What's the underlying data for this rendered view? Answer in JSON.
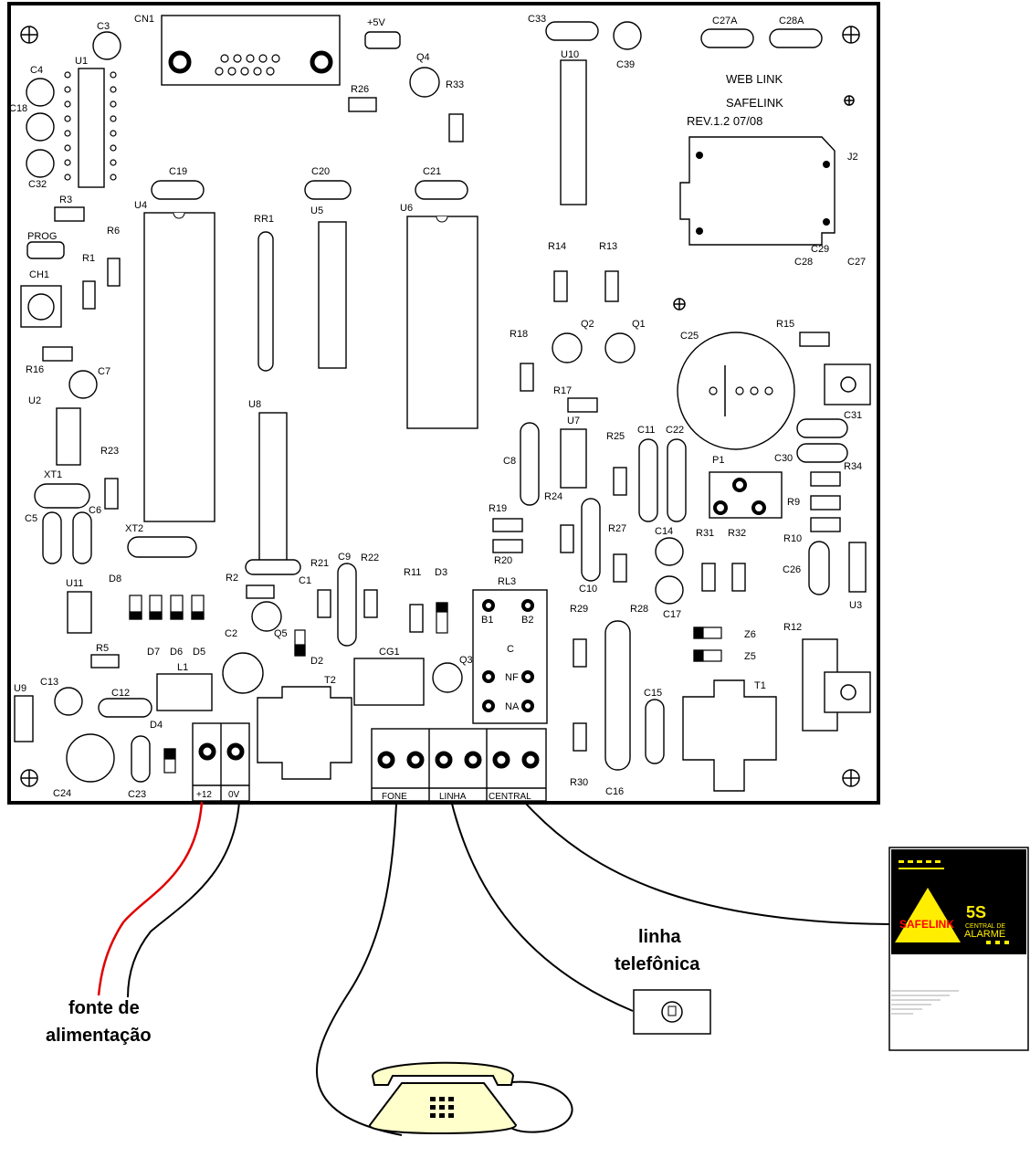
{
  "board": {
    "title_lines": [
      "WEB LINK",
      "SAFELINK",
      "REV.1.2   07/08"
    ],
    "components": {
      "CN1": "CN1",
      "C3": "C3",
      "U1": "U1",
      "C4": "C4",
      "C18": "C18",
      "C32": "C32",
      "plus5v": "+5V",
      "Q4": "Q4",
      "R26": "R26",
      "R33": "R33",
      "C33": "C33",
      "U10": "U10",
      "C39": "C39",
      "C27A": "C27A",
      "C28A": "C28A",
      "J2": "J2",
      "C29": "C29",
      "C28": "C28",
      "C27": "C27",
      "C19": "C19",
      "C20": "C20",
      "C21": "C21",
      "R3": "R3",
      "U4": "U4",
      "RR1": "RR1",
      "U5": "U5",
      "U6": "U6",
      "PROG": "PROG",
      "R6": "R6",
      "R1": "R1",
      "CH1": "CH1",
      "R16": "R16",
      "C7": "C7",
      "U2": "U2",
      "R23": "R23",
      "XT1": "XT1",
      "C5": "C5",
      "C6": "C6",
      "XT2": "XT2",
      "U8": "U8",
      "R14": "R14",
      "R13": "R13",
      "Q2": "Q2",
      "Q1": "Q1",
      "R18": "R18",
      "R17": "R17",
      "C25": "C25",
      "R15": "R15",
      "C31": "C31",
      "C30": "C30",
      "U7": "U7",
      "R25": "R25",
      "C11": "C11",
      "C22": "C22",
      "C8": "C8",
      "R24": "R24",
      "P1": "P1",
      "R34": "R34",
      "R9": "R9",
      "R10": "R10",
      "R19": "R19",
      "R20": "R20",
      "R27": "R27",
      "C14": "C14",
      "R31": "R31",
      "R32": "R32",
      "C26": "C26",
      "U3": "U3",
      "C10": "C10",
      "R28": "R28",
      "C17": "C17",
      "U11": "U11",
      "D8": "D8",
      "R2": "R2",
      "C1": "C1",
      "R21": "R21",
      "C9": "C9",
      "R22": "R22",
      "R11": "R11",
      "D3": "D3",
      "RL3": "RL3",
      "B1": "B1",
      "B2": "B2",
      "Q5": "Q5",
      "D7": "D7",
      "D6": "D6",
      "D5": "D5",
      "C2": "C2",
      "D2": "D2",
      "CG1": "CG1",
      "Q3": "Q3",
      "Z6": "Z6",
      "Z5": "Z5",
      "R12": "R12",
      "R5": "R5",
      "L1": "L1",
      "T2": "T2",
      "R29": "R29",
      "C15": "C15",
      "T1": "T1",
      "U9": "U9",
      "C13": "C13",
      "C12": "C12",
      "D4": "D4",
      "C23": "C23",
      "C24": "C24",
      "R30": "R30",
      "C16": "C16",
      "relay_C": "C",
      "relay_NF": "NF",
      "relay_NA": "NA"
    },
    "terminals": {
      "plus12": "+12",
      "zero_v": "0V",
      "fone": "FONE",
      "linha": "LINHA",
      "central": "CENTRAL"
    }
  },
  "external": {
    "power_label_1": "fonte de",
    "power_label_2": "alimentação",
    "line_label_1": "linha",
    "line_label_2": "telefônica",
    "alarm_panel_model": "5S",
    "alarm_panel_sub1": "CENTRAL DE",
    "alarm_panel_sub2": "ALARME",
    "alarm_panel_brand": "SAFELINK"
  },
  "colors": {
    "power_positive_wire": "#e00000",
    "wire": "#000000",
    "telephone_body": "#ffffcc",
    "alarm_panel_bg": "#000000",
    "alarm_triangle": "#ffee00",
    "alarm_brand": "#ff0000"
  }
}
